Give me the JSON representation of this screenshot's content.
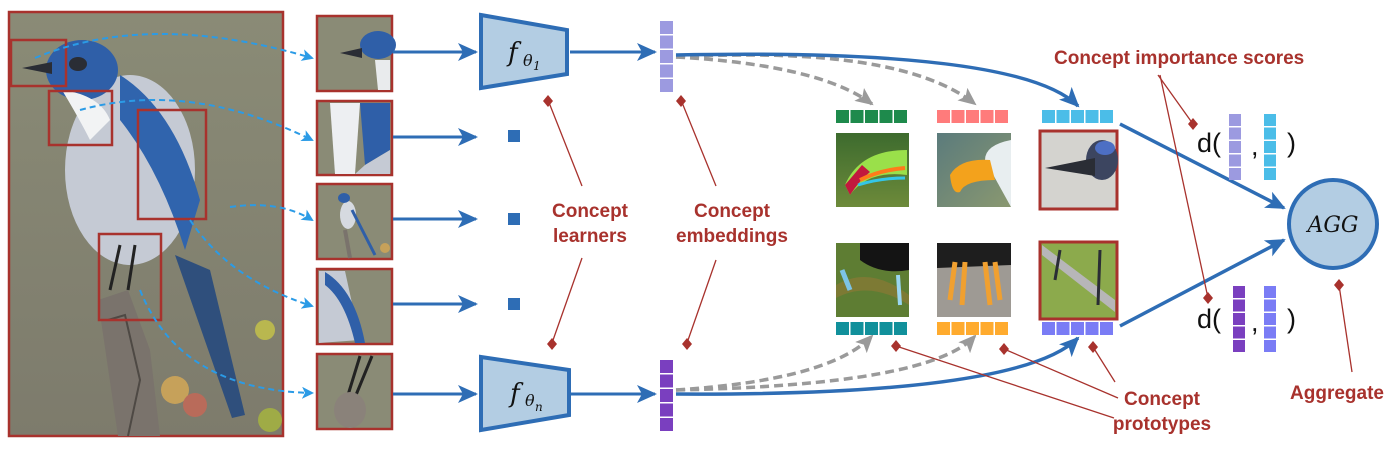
{
  "title": "Concept-based prototype pipeline",
  "colors": {
    "annotation": "#a8322d",
    "flow": "#2e6db5",
    "dashed_input": "#2b9be6",
    "dashed_proto": "#9a9a9a",
    "learner_fill": "#b3cde3",
    "emb_1": "#9c9ae0",
    "emb_n": "#7a3fbf",
    "proto_green": "#1e8a4c",
    "proto_salmon": "#ff7b7b",
    "proto_sky": "#4bbde8",
    "proto_teal": "#11909b",
    "proto_orange": "#ffab2e",
    "proto_periwinkle": "#7a7cf5"
  },
  "input_image": {
    "label": "Scrub jay input image",
    "crop_regions": 5
  },
  "crops": [
    {
      "label": "beak crop"
    },
    {
      "label": "throat crop"
    },
    {
      "label": "whole bird crop"
    },
    {
      "label": "wing crop"
    },
    {
      "label": "feet crop"
    }
  ],
  "learners": {
    "first": {
      "symbol": "f",
      "subscript": "θ",
      "index": "1"
    },
    "last": {
      "symbol": "f",
      "subscript": "θ",
      "index": "n"
    }
  },
  "labels": {
    "concept_learners": [
      "Concept",
      "learners"
    ],
    "concept_embeddings": [
      "Concept",
      "embeddings"
    ],
    "concept_importance": "Concept importance scores",
    "concept_prototypes": [
      "Concept",
      "prototypes"
    ],
    "aggregate": "Aggregate"
  },
  "prototypes_top": [
    {
      "label": "toucan beak",
      "color_key": "proto_green"
    },
    {
      "label": "eagle beak",
      "color_key": "proto_salmon"
    },
    {
      "label": "jay beak",
      "color_key": "proto_sky",
      "selected": true
    }
  ],
  "prototypes_bottom": [
    {
      "label": "toucan feet",
      "color_key": "proto_teal"
    },
    {
      "label": "eagle talons",
      "color_key": "proto_orange"
    },
    {
      "label": "jay feet",
      "color_key": "proto_periwinkle",
      "selected": true
    }
  ],
  "distance": {
    "top": {
      "prefix": "d(",
      "comma": ",",
      "suffix": ")"
    },
    "bottom": {
      "prefix": "d(",
      "comma": ",",
      "suffix": ")"
    }
  },
  "aggregator": {
    "label": "AGG"
  }
}
